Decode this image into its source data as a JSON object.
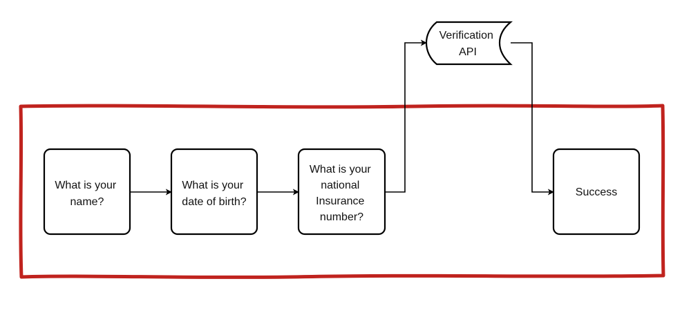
{
  "diagram": {
    "highlight_color": "#c0231e",
    "nodes": {
      "name": [
        "What is your",
        "name?"
      ],
      "dob": [
        "What is your",
        "date of birth?"
      ],
      "nino": [
        "What is your",
        "national",
        "Insurance",
        "number?"
      ],
      "api": [
        "Verification",
        "API"
      ],
      "success": [
        "Success"
      ]
    },
    "node_shapes": {
      "name": "rounded-rect",
      "dob": "rounded-rect",
      "nino": "rounded-rect",
      "api": "stored-data",
      "success": "rounded-rect"
    },
    "edges": [
      {
        "from": "name",
        "to": "dob"
      },
      {
        "from": "dob",
        "to": "nino"
      },
      {
        "from": "nino",
        "to": "api"
      },
      {
        "from": "api",
        "to": "success"
      }
    ]
  }
}
